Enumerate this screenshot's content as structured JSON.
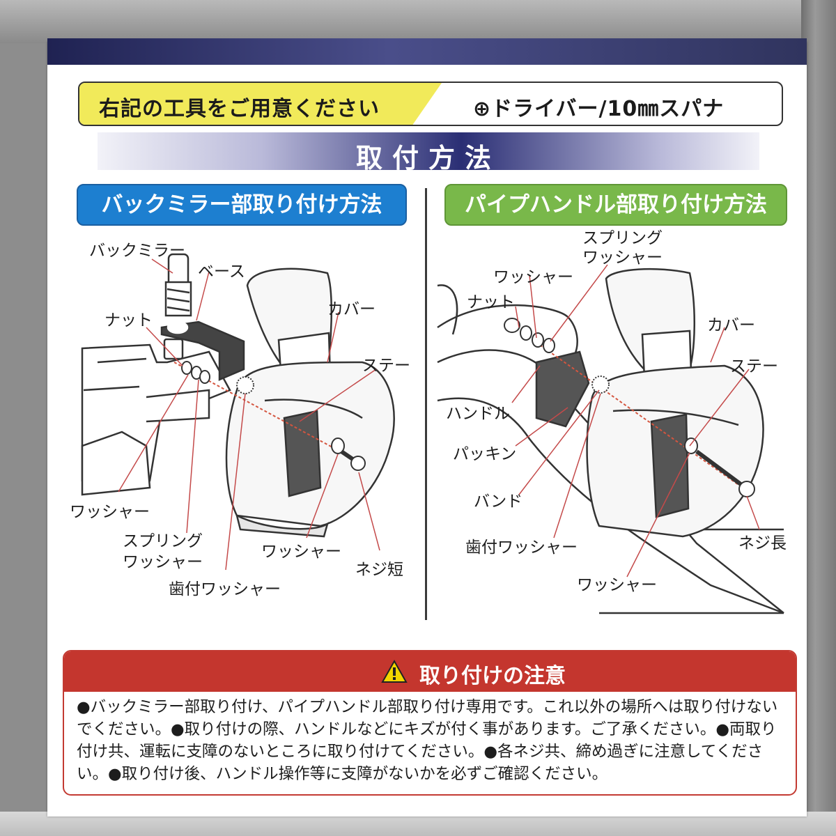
{
  "tools": {
    "label": "右記の工具をご用意ください",
    "value": "⊕ドライバー/10㎜スパナ"
  },
  "method_title": "取付方法",
  "left_section": {
    "title": "バックミラー部取り付け方法",
    "labels": {
      "mirror": "バックミラー",
      "base": "ベース",
      "nut": "ナット",
      "cover": "カバー",
      "stay": "ステー",
      "washer_left": "ワッシャー",
      "spring_washer": "スプリング\nワッシャー",
      "washer_bottom": "ワッシャー",
      "short_screw": "ネジ短",
      "toothed_washer": "歯付ワッシャー"
    }
  },
  "right_section": {
    "title": "パイプハンドル部取り付け方法",
    "labels": {
      "spring_washer": "スプリング\nワッシャー",
      "washer_top": "ワッシャー",
      "nut": "ナット",
      "cover": "カバー",
      "stay": "ステー",
      "handle": "ハンドル",
      "packing": "パッキン",
      "band": "バンド",
      "toothed_washer": "歯付ワッシャー",
      "long_screw": "ネジ長",
      "washer_bottom": "ワッシャー"
    }
  },
  "caution": {
    "title": "取り付けの注意",
    "text": "●バックミラー部取り付け、パイプハンドル部取り付け専用です。これ以外の場所へは取り付けないでください。●取り付けの際、ハンドルなどにキズが付く事があります。ご了承ください。●両取り付け共、運転に支障のないところに取り付けてください。●各ネジ共、締め過ぎに注意してください。●取り付け後、ハンドル操作等に支障がないかを必ずご確認ください。"
  },
  "colors": {
    "yellow": "#f1ea5a",
    "navy": "#2a2e74",
    "blue": "#1d7fd0",
    "green": "#79b84a",
    "red": "#c4362e"
  }
}
